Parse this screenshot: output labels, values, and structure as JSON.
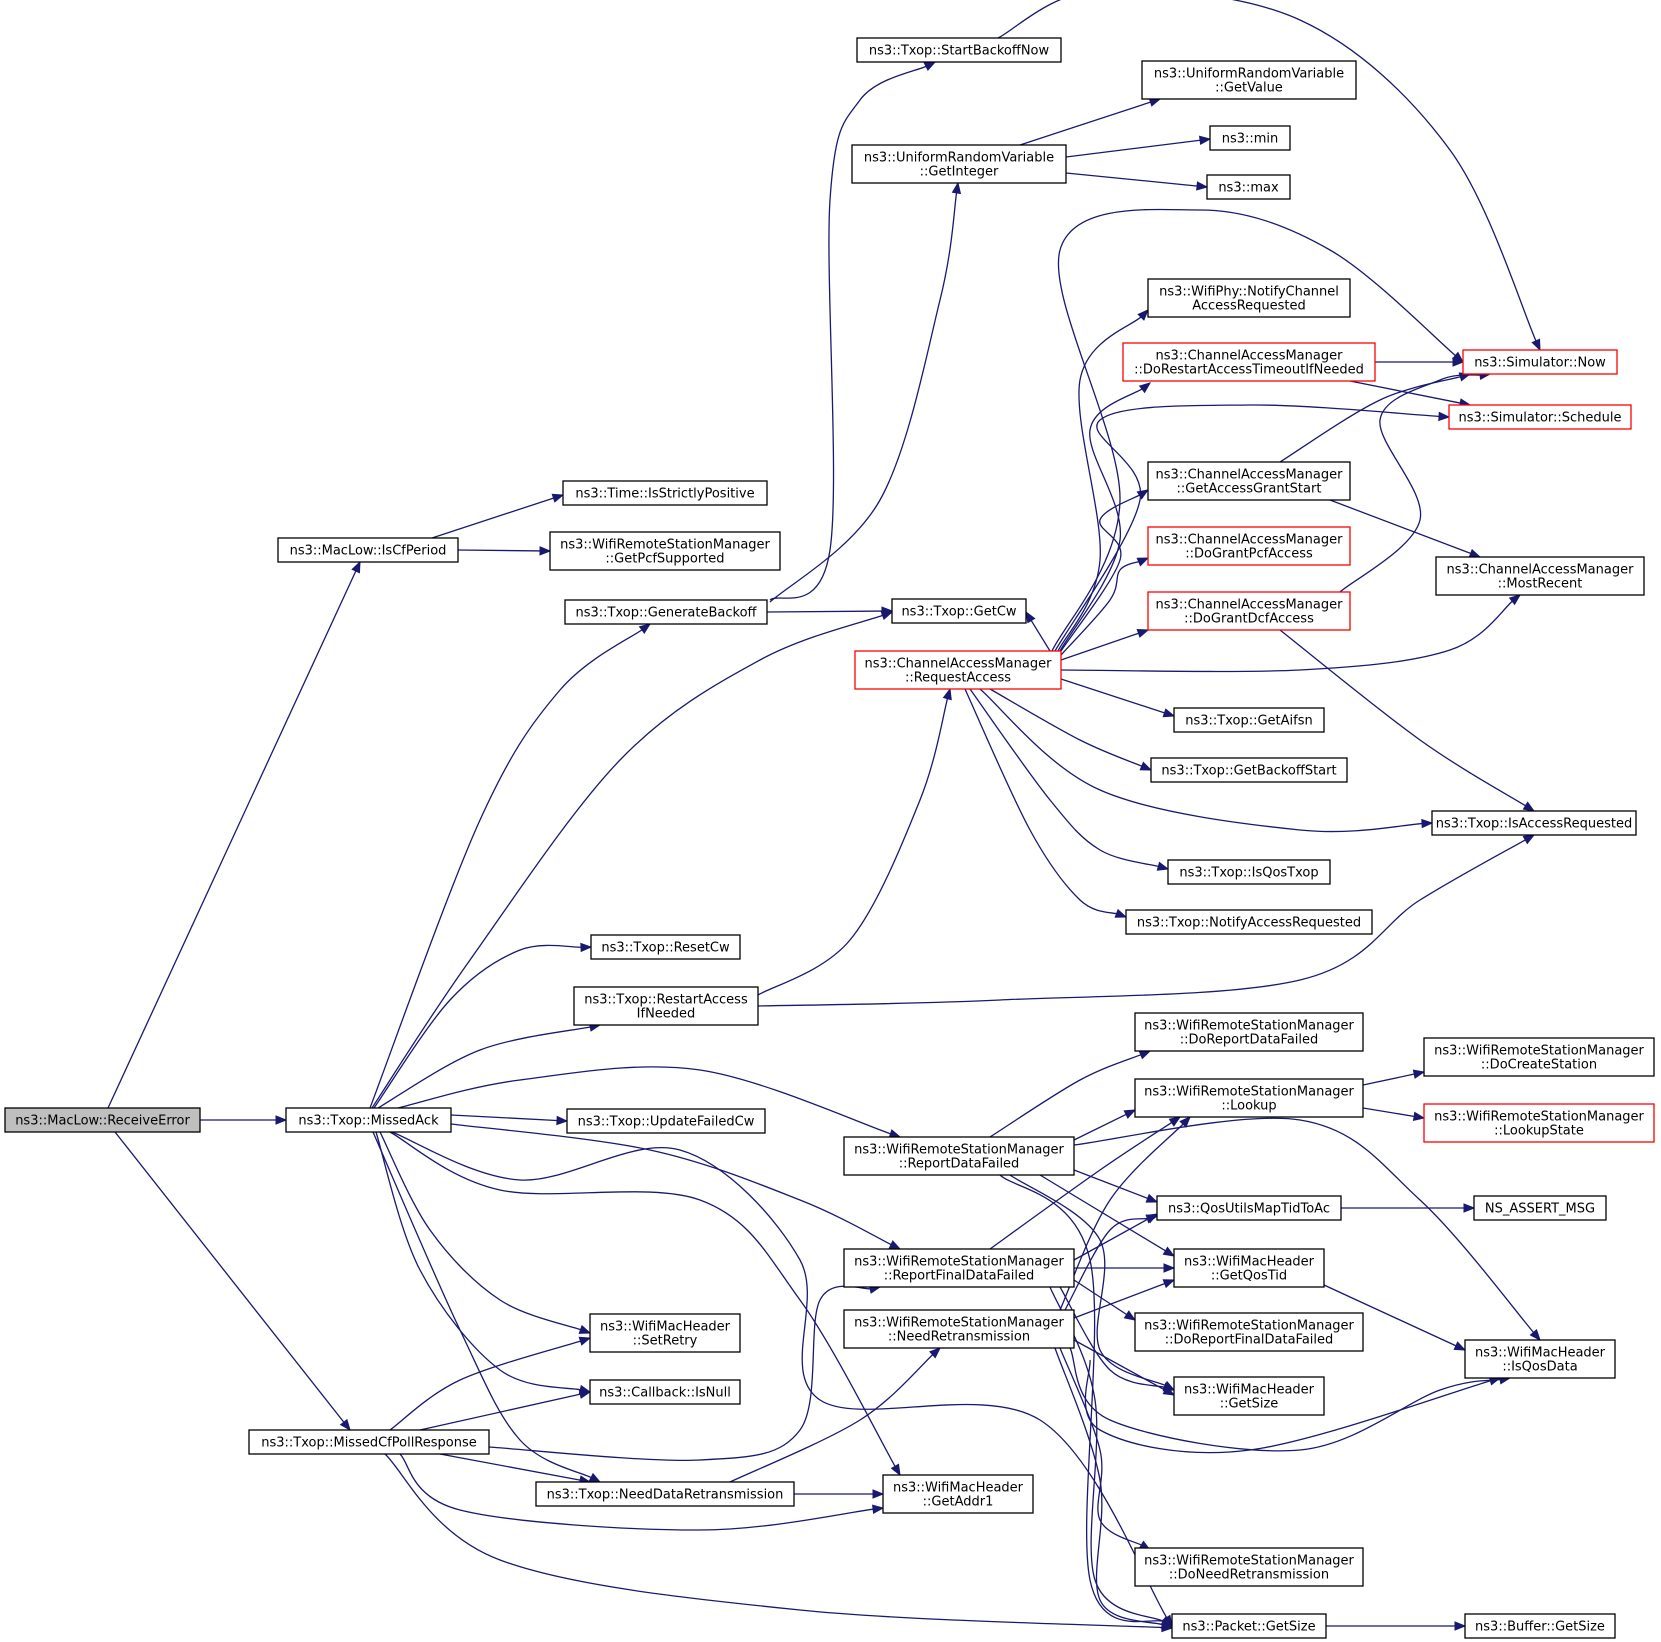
{
  "colors": {
    "edge": "#191970",
    "node_border": "#000000",
    "truncated_border": "#ff0000",
    "root_fill": "#bfbfbf"
  },
  "nodes": [
    {
      "id": "receiveError",
      "lines": [
        "ns3::MacLow::ReceiveError"
      ],
      "root": true
    },
    {
      "id": "isCfPeriod",
      "lines": [
        "ns3::MacLow::IsCfPeriod"
      ]
    },
    {
      "id": "missedAck",
      "lines": [
        "ns3::Txop::MissedAck"
      ]
    },
    {
      "id": "missedCfPoll",
      "lines": [
        "ns3::Txop::MissedCfPollResponse"
      ]
    },
    {
      "id": "isStrictlyPositive",
      "lines": [
        "ns3::Time::IsStrictlyPositive"
      ]
    },
    {
      "id": "getPcfSupported",
      "lines": [
        "ns3::WifiRemoteStationManager",
        "::GetPcfSupported"
      ]
    },
    {
      "id": "generateBackoff",
      "lines": [
        "ns3::Txop::GenerateBackoff"
      ]
    },
    {
      "id": "resetCw",
      "lines": [
        "ns3::Txop::ResetCw"
      ]
    },
    {
      "id": "restartAccess",
      "lines": [
        "ns3::Txop::RestartAccess",
        "IfNeeded"
      ]
    },
    {
      "id": "updateFailedCw",
      "lines": [
        "ns3::Txop::UpdateFailedCw"
      ]
    },
    {
      "id": "setRetry",
      "lines": [
        "ns3::WifiMacHeader",
        "::SetRetry"
      ]
    },
    {
      "id": "cbIsNull",
      "lines": [
        "ns3::Callback::IsNull"
      ]
    },
    {
      "id": "needDataRetrans",
      "lines": [
        "ns3::Txop::NeedDataRetransmission"
      ]
    },
    {
      "id": "startBackoffNow",
      "lines": [
        "ns3::Txop::StartBackoffNow"
      ]
    },
    {
      "id": "getInteger",
      "lines": [
        "ns3::UniformRandomVariable",
        "::GetInteger"
      ]
    },
    {
      "id": "getCw",
      "lines": [
        "ns3::Txop::GetCw"
      ]
    },
    {
      "id": "requestAccess",
      "lines": [
        "ns3::ChannelAccessManager",
        "::RequestAccess"
      ],
      "truncated": true
    },
    {
      "id": "reportDataFailed",
      "lines": [
        "ns3::WifiRemoteStationManager",
        "::ReportDataFailed"
      ]
    },
    {
      "id": "reportFinalDataFailed",
      "lines": [
        "ns3::WifiRemoteStationManager",
        "::ReportFinalDataFailed"
      ]
    },
    {
      "id": "needRetransmission",
      "lines": [
        "ns3::WifiRemoteStationManager",
        "::NeedRetransmission"
      ]
    },
    {
      "id": "getAddr1",
      "lines": [
        "ns3::WifiMacHeader",
        "::GetAddr1"
      ]
    },
    {
      "id": "getValue",
      "lines": [
        "ns3::UniformRandomVariable",
        "::GetValue"
      ]
    },
    {
      "id": "min",
      "lines": [
        "ns3::min"
      ]
    },
    {
      "id": "max",
      "lines": [
        "ns3::max"
      ]
    },
    {
      "id": "notifyChannelAccess",
      "lines": [
        "ns3::WifiPhy::NotifyChannel",
        "AccessRequested"
      ]
    },
    {
      "id": "doRestartAccess",
      "lines": [
        "ns3::ChannelAccessManager",
        "::DoRestartAccessTimeoutIfNeeded"
      ],
      "truncated": true
    },
    {
      "id": "getAccessGrantStart",
      "lines": [
        "ns3::ChannelAccessManager",
        "::GetAccessGrantStart"
      ]
    },
    {
      "id": "doGrantPcf",
      "lines": [
        "ns3::ChannelAccessManager",
        "::DoGrantPcfAccess"
      ],
      "truncated": true
    },
    {
      "id": "doGrantDcf",
      "lines": [
        "ns3::ChannelAccessManager",
        "::DoGrantDcfAccess"
      ],
      "truncated": true
    },
    {
      "id": "getAifsn",
      "lines": [
        "ns3::Txop::GetAifsn"
      ]
    },
    {
      "id": "getBackoffStart",
      "lines": [
        "ns3::Txop::GetBackoffStart"
      ]
    },
    {
      "id": "isQosTxop",
      "lines": [
        "ns3::Txop::IsQosTxop"
      ]
    },
    {
      "id": "notifyAccessRequested",
      "lines": [
        "ns3::Txop::NotifyAccessRequested"
      ]
    },
    {
      "id": "doReportDataFailed",
      "lines": [
        "ns3::WifiRemoteStationManager",
        "::DoReportDataFailed"
      ]
    },
    {
      "id": "lookup",
      "lines": [
        "ns3::WifiRemoteStationManager",
        "::Lookup"
      ]
    },
    {
      "id": "qosUtils",
      "lines": [
        "ns3::QosUtilsMapTidToAc"
      ]
    },
    {
      "id": "getQosTid",
      "lines": [
        "ns3::WifiMacHeader",
        "::GetQosTid"
      ]
    },
    {
      "id": "doReportFinalDataFailed",
      "lines": [
        "ns3::WifiRemoteStationManager",
        "::DoReportFinalDataFailed"
      ]
    },
    {
      "id": "wmhGetSize",
      "lines": [
        "ns3::WifiMacHeader",
        "::GetSize"
      ]
    },
    {
      "id": "doNeedRetransmission",
      "lines": [
        "ns3::WifiRemoteStationManager",
        "::DoNeedRetransmission"
      ]
    },
    {
      "id": "packetGetSize",
      "lines": [
        "ns3::Packet::GetSize"
      ]
    },
    {
      "id": "simNow",
      "lines": [
        "ns3::Simulator::Now"
      ],
      "truncated": true
    },
    {
      "id": "simSchedule",
      "lines": [
        "ns3::Simulator::Schedule"
      ],
      "truncated": true
    },
    {
      "id": "mostRecent",
      "lines": [
        "ns3::ChannelAccessManager",
        "::MostRecent"
      ]
    },
    {
      "id": "isAccessRequested",
      "lines": [
        "ns3::Txop::IsAccessRequested"
      ]
    },
    {
      "id": "doCreateStation",
      "lines": [
        "ns3::WifiRemoteStationManager",
        "::DoCreateStation"
      ]
    },
    {
      "id": "lookupState",
      "lines": [
        "ns3::WifiRemoteStationManager",
        "::LookupState"
      ],
      "truncated": true
    },
    {
      "id": "nsAssertMsg",
      "lines": [
        "NS_ASSERT_MSG"
      ]
    },
    {
      "id": "isQosData",
      "lines": [
        "ns3::WifiMacHeader",
        "::IsQosData"
      ]
    },
    {
      "id": "bufferGetSize",
      "lines": [
        "ns3::Buffer::GetSize"
      ]
    }
  ]
}
